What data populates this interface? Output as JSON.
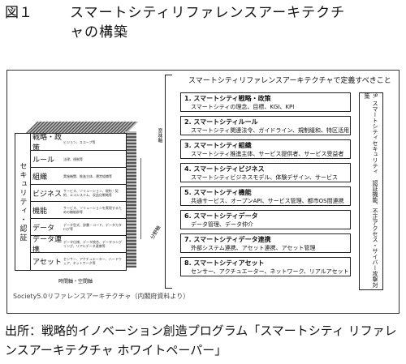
{
  "figure": {
    "number": "図１",
    "title_line1": "スマートシティリファレンスアーキテクチ",
    "title_line2": "ャの構築"
  },
  "left_diagram": {
    "security_label": "セキュリティ・認証",
    "layers": [
      {
        "name": "戦略・政策",
        "desc": "ビジョン、スコープ等"
      },
      {
        "name": "ルール",
        "desc": "法律、規制等"
      },
      {
        "name": "組織",
        "desc": "実施機関、推進主体、運営組織等"
      },
      {
        "name": "ビジネス",
        "desc": "サービス、ソリューション、規約・契約、エコシステム、収益化戦略等"
      },
      {
        "name": "機能",
        "desc": "サービス、ソリューションを実現するための機能群等"
      },
      {
        "name": "データ",
        "desc": "データ型式、辞書・コード、データカタログ等"
      },
      {
        "name": "データ連携",
        "desc": "データ仕様、データ統合、データラングリング、リアルデータ連携等"
      },
      {
        "name": "アセット",
        "desc": "センサー、アクチュエーター、ハードウェア、ネットワーク等"
      }
    ],
    "axis_time": "時間軸・空間軸",
    "axis_field": "分野軸",
    "axis_meaning": "意味軸",
    "caption": "Society5.0リファレンスアーキテクチャ（内閣府資料より）"
  },
  "right_panel": {
    "heading": "スマートシティリファレンスアーキテクチャで定義すべきこと",
    "items": [
      {
        "title": "1. スマートシティ戦略・政策",
        "desc": "スマートシティの理念、目標、KGI、KPI"
      },
      {
        "title": "2. スマートシティルール",
        "desc": "スマートシティ関連法令、ガイドライン、規制緩和、特区活用"
      },
      {
        "title": "3. スマートシティ組織",
        "desc": "スマートシティ推進主体、サービス提供者、サービス受益者"
      },
      {
        "title": "4. スマートシティビジネス",
        "desc": "スマートシティビジネスモデル、体験デザイン、サービス"
      },
      {
        "title": "5. スマートシティ機能",
        "desc": "共通サービス、オープンAPI、サービス管理、都市OS間連携"
      },
      {
        "title": "6. スマートシティデータ",
        "desc": "データ管理、データ仲介"
      },
      {
        "title": "7. スマートシティデータ連携",
        "desc": "外部システム連携、アセット連携、アセット管理"
      },
      {
        "title": "8. スマートシティアセット",
        "desc": "センサー、アクチュエーター、ネットワーク、リアルアセット"
      }
    ],
    "side_item": "9. スマートシティセキュリティ　認証機能、不正アクセス・サイバー攻撃対策"
  },
  "source": "出所：戦略的イノベーション創造プログラム「スマートシティ リファレンスアーキテクチャ ホワイトペーパー」"
}
